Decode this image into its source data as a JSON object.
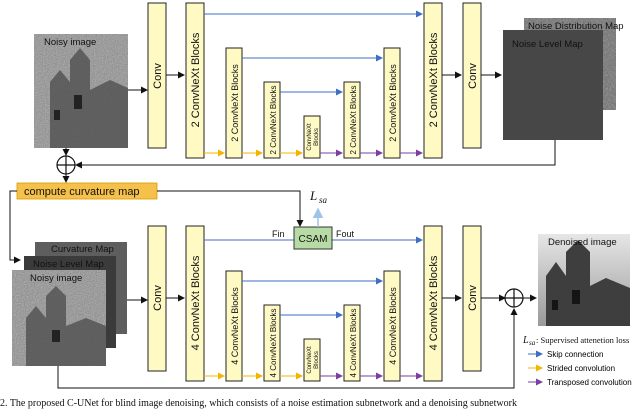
{
  "colors": {
    "conv_fill": "#fff9c4",
    "conv_stroke": "#222222",
    "skip": "#3f6fc0",
    "strided": "#f2b400",
    "transposed": "#7a3fa0",
    "csam_fill": "#b7dba4",
    "curv_box": "#f6c14a",
    "loss_arrow": "#9ec4e8"
  },
  "labels": {
    "conv": "Conv",
    "blocks2": "2 ConvNeXt Blocks",
    "blocks4": "4 ConvNeXt Blocks",
    "blocks_small": "ConvNeXt Blocks",
    "blocks_small_a": "ConvNeXt",
    "blocks_small_b": "Blocks",
    "noisy_image": "Noisy image",
    "noise_dist_map": "Noise Distribution Map",
    "noise_level_map": "Noise Level Map",
    "curvature_map": "Curvature Map",
    "compute_curvature": "compute curvature map",
    "csam": "CSAM",
    "fin": "Fin",
    "fout": "Fout",
    "loss_symbol": "L",
    "loss_sub": "sa",
    "denoised_image": "Denoised image",
    "loss_legend_sym": "L",
    "loss_legend_sub": "sa",
    "loss_legend_text": ": Supervised attenetion loss",
    "legend_skip": "Skip connection",
    "legend_strided": "Strided convolution",
    "legend_transposed": "Transposed convolution"
  },
  "caption": "2. The proposed C-UNet for blind image denoising, which consists of a noise estimation subnetwork and a denoising subnetwork"
}
